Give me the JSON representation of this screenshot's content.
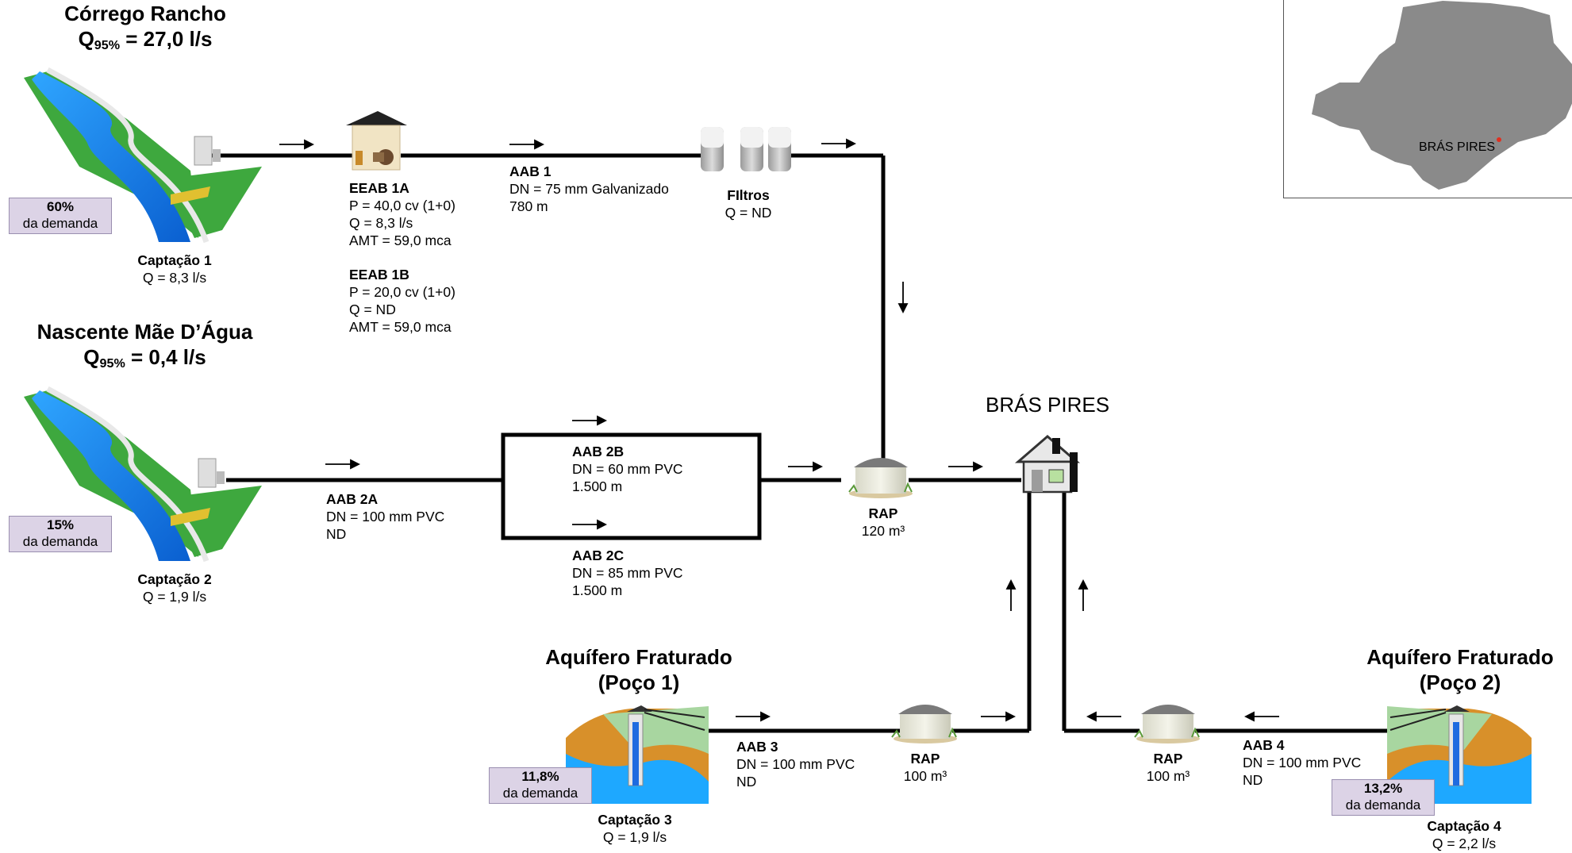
{
  "sources": {
    "corrego": {
      "title": "Córrego Rancho",
      "q_prefix": "Q",
      "q_sub": "95%",
      "q_value": " = 27,0 l/s"
    },
    "nascente": {
      "title": "Nascente Mãe D’Água",
      "q_prefix": "Q",
      "q_sub": "95%",
      "q_value": " = 0,4 l/s"
    },
    "poco1": {
      "title_line1": "Aquífero Fraturado",
      "title_line2": "(Poço 1)"
    },
    "poco2": {
      "title_line1": "Aquífero Fraturado",
      "title_line2": "(Poço 2)"
    }
  },
  "demand": {
    "c1": {
      "pct": "60%",
      "text": "da demanda"
    },
    "c2": {
      "pct": "15%",
      "text": "da demanda"
    },
    "c3": {
      "pct": "11,8%",
      "text": "da demanda"
    },
    "c4": {
      "pct": "13,2%",
      "text": "da demanda"
    }
  },
  "captacoes": {
    "c1": {
      "name": "Captação 1",
      "q": "Q = 8,3 l/s"
    },
    "c2": {
      "name": "Captação 2",
      "q": "Q = 1,9 l/s"
    },
    "c3": {
      "name": "Captação 3",
      "q": "Q = 1,9 l/s"
    },
    "c4": {
      "name": "Captação 4",
      "q": "Q = 2,2 l/s"
    }
  },
  "eeab": {
    "a": {
      "name": "EEAB 1A",
      "p": "P = 40,0 cv (1+0)",
      "q": "Q = 8,3 l/s",
      "amt": "AMT = 59,0 mca"
    },
    "b": {
      "name": "EEAB 1B",
      "p": "P = 20,0 cv (1+0)",
      "q": "Q = ND",
      "amt": "AMT = 59,0 mca"
    }
  },
  "pipes": {
    "aab1": {
      "name": "AAB 1",
      "dn": "DN = 75 mm Galvanizado",
      "len": "780 m"
    },
    "aab2a": {
      "name": "AAB 2A",
      "dn": "DN = 100 mm PVC",
      "len": "ND"
    },
    "aab2b": {
      "name": "AAB 2B",
      "dn": "DN = 60 mm PVC",
      "len": "1.500 m"
    },
    "aab2c": {
      "name": "AAB 2C",
      "dn": "DN = 85 mm PVC",
      "len": "1.500 m"
    },
    "aab3": {
      "name": "AAB 3",
      "dn": "DN = 100 mm PVC",
      "len": "ND"
    },
    "aab4": {
      "name": "AAB 4",
      "dn": "DN = 100 mm PVC",
      "len": "ND"
    }
  },
  "filtros": {
    "name": "FIltros",
    "q": "Q = ND"
  },
  "reservoirs": {
    "main": {
      "name": "RAP",
      "vol": "120 m³"
    },
    "r3": {
      "name": "RAP",
      "vol": "100 m³"
    },
    "r4": {
      "name": "RAP",
      "vol": "100 m³"
    }
  },
  "city": {
    "name": "BRÁS PIRES"
  },
  "map": {
    "label": "BRÁS PIRES"
  },
  "colors": {
    "water": "#1e90ff",
    "grass": "#3ea83e",
    "demand_box": "#dcd3e6",
    "map_fill": "#8a8a8a"
  }
}
